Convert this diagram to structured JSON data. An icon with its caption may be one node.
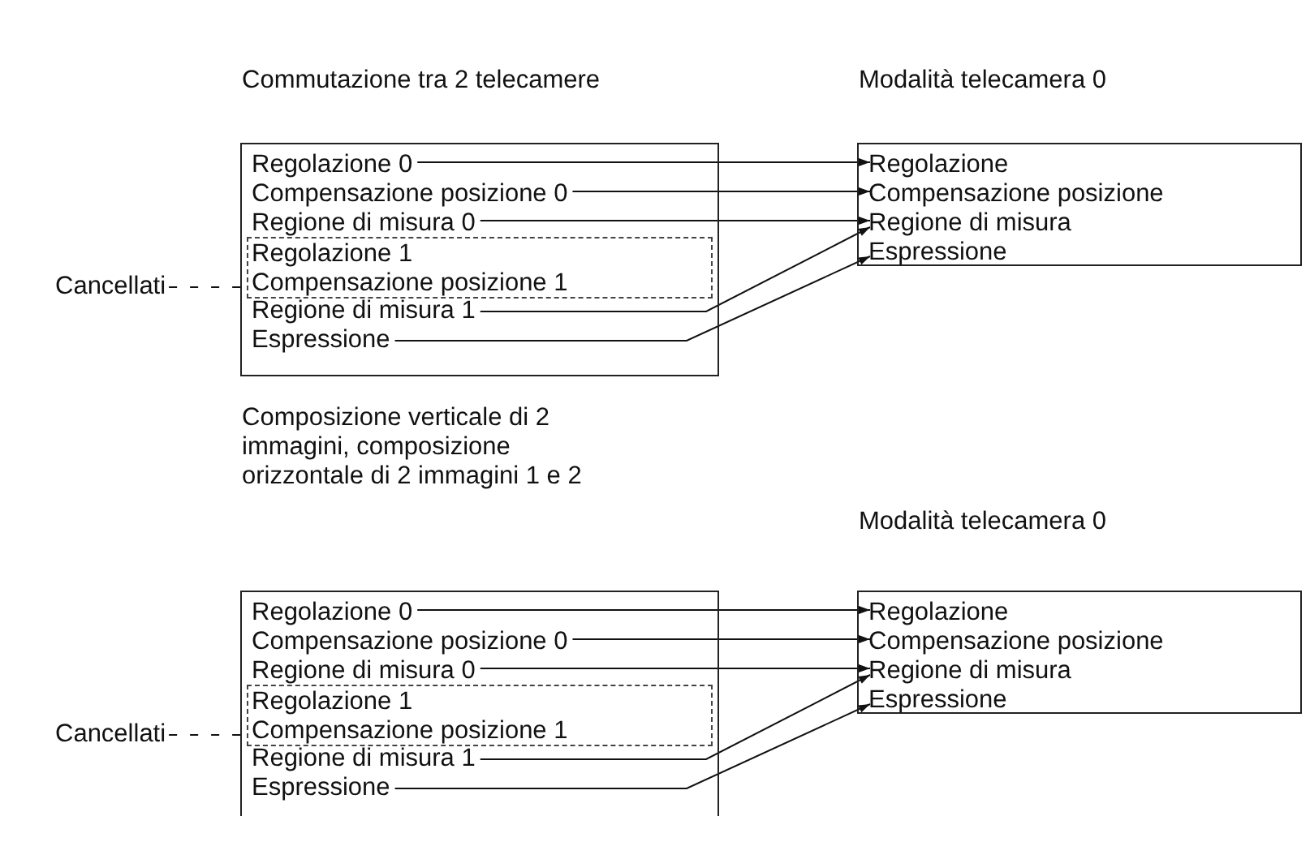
{
  "diagram": {
    "nodes": [
      {
        "text": [
          "Commutazione tra 2 telecamere"
        ]
      },
      {
        "text": [
          "Regolazione 0"
        ],
        "in": 0
      },
      {
        "text": [
          "Compensazione posizione 0"
        ],
        "in": 0
      },
      {
        "text": [
          "Regione di misura 0"
        ],
        "in": 0
      },
      {
        "text": [],
        "shape": "box",
        "in": 0
      },
      {
        "text": [
          "Regolazione 1"
        ],
        "in": 4
      },
      {
        "text": [
          "Compensazione posizione 1"
        ],
        "in": 4
      },
      {
        "text": [
          "Regione di misura 1"
        ],
        "in": 0
      },
      {
        "text": [
          "Espressione"
        ],
        "in": 0
      },
      {
        "text": [
          "Cancellati"
        ]
      },
      {
        "text": [
          "Modalità telecamera 0"
        ]
      },
      {
        "text": [
          "Regolazione"
        ],
        "in": 10
      },
      {
        "text": [
          "Compensazione posizione"
        ],
        "in": 10
      },
      {
        "text": [
          "Regione di misura"
        ],
        "in": 10
      },
      {
        "text": [
          "Espressione"
        ],
        "in": 10
      },
      {
        "text": [
          "Composizione verticale di 2 immagini, composizione orizzontale di 2 immagini 1 e 2"
        ]
      },
      {
        "text": [
          "Regolazione 0"
        ],
        "in": 15
      },
      {
        "text": [
          "Compensazione posizione 0"
        ],
        "in": 15
      },
      {
        "text": [
          "Regione di misura 0"
        ],
        "in": 15
      },
      {
        "text": [],
        "shape": "box",
        "in": 15
      },
      {
        "text": [
          "Regolazione 1"
        ],
        "in": 19
      },
      {
        "text": [
          "Compensazione posizione 1"
        ],
        "in": 19
      },
      {
        "text": [
          "Regione di misura 1"
        ],
        "in": 15
      },
      {
        "text": [
          "Espressione"
        ],
        "in": 15
      },
      {
        "text": [
          "Cancellati"
        ]
      },
      {
        "text": [
          "Modalità telecamera 0"
        ]
      },
      {
        "text": [
          "Regolazione"
        ],
        "in": 25
      },
      {
        "text": [
          "Compensazione posizione"
        ],
        "in": 25
      },
      {
        "text": [
          "Regione di misura"
        ],
        "in": 25
      },
      {
        "text": [
          "Espressione"
        ],
        "in": 25
      }
    ],
    "edges": [
      {
        "from": 1,
        "to": 11,
        "arrow": "to"
      },
      {
        "from": 2,
        "to": 12,
        "arrow": "to"
      },
      {
        "from": 3,
        "to": 13,
        "arrow": "to"
      },
      {
        "from": 7,
        "to": 13,
        "arrow": "to"
      },
      {
        "from": 8,
        "to": 14,
        "arrow": "to"
      },
      {
        "from": 9,
        "to": 4,
        "arrow": "none",
        "style": "dashed"
      },
      {
        "from": 16,
        "to": 26,
        "arrow": "to"
      },
      {
        "from": 17,
        "to": 27,
        "arrow": "to"
      },
      {
        "from": 18,
        "to": 28,
        "arrow": "to"
      },
      {
        "from": 22,
        "to": 28,
        "arrow": "to"
      },
      {
        "from": 23,
        "to": 29,
        "arrow": "to"
      },
      {
        "from": 24,
        "to": 19,
        "arrow": "none",
        "style": "dashed"
      }
    ]
  }
}
